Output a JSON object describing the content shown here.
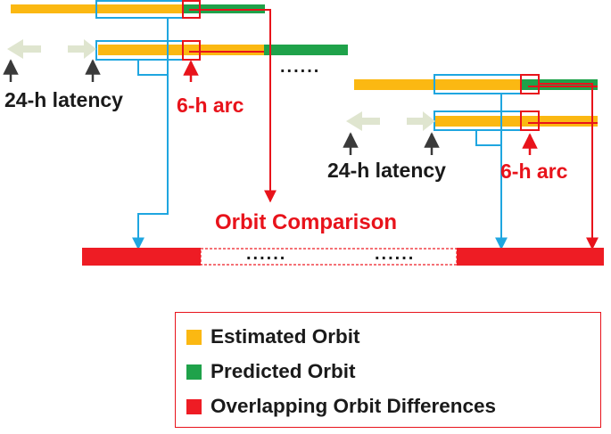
{
  "colors": {
    "estimated": "#fbb812",
    "predicted": "#1fa24a",
    "difference": "#ee1c24",
    "arc_box": "#e8131b",
    "window_box": "#1fa6e0",
    "latency_arrow": "#dfe5cf",
    "pointer": "#3a3a3a"
  },
  "group1": {
    "latency_label": "24-h latency",
    "arc_label": "6-h arc",
    "ellipsis": "......"
  },
  "group2": {
    "latency_label": "24-h latency",
    "arc_label": "6-h arc"
  },
  "comparison": {
    "title": "Orbit Comparison",
    "gap_ellipsis_left": "......",
    "gap_ellipsis_right": "......"
  },
  "legend": {
    "items": [
      {
        "label": "Estimated Orbit",
        "color": "#fbb812"
      },
      {
        "label": "Predicted Orbit",
        "color": "#1fa24a"
      },
      {
        "label": "Overlapping Orbit Differences",
        "color": "#ee1c24"
      }
    ]
  }
}
